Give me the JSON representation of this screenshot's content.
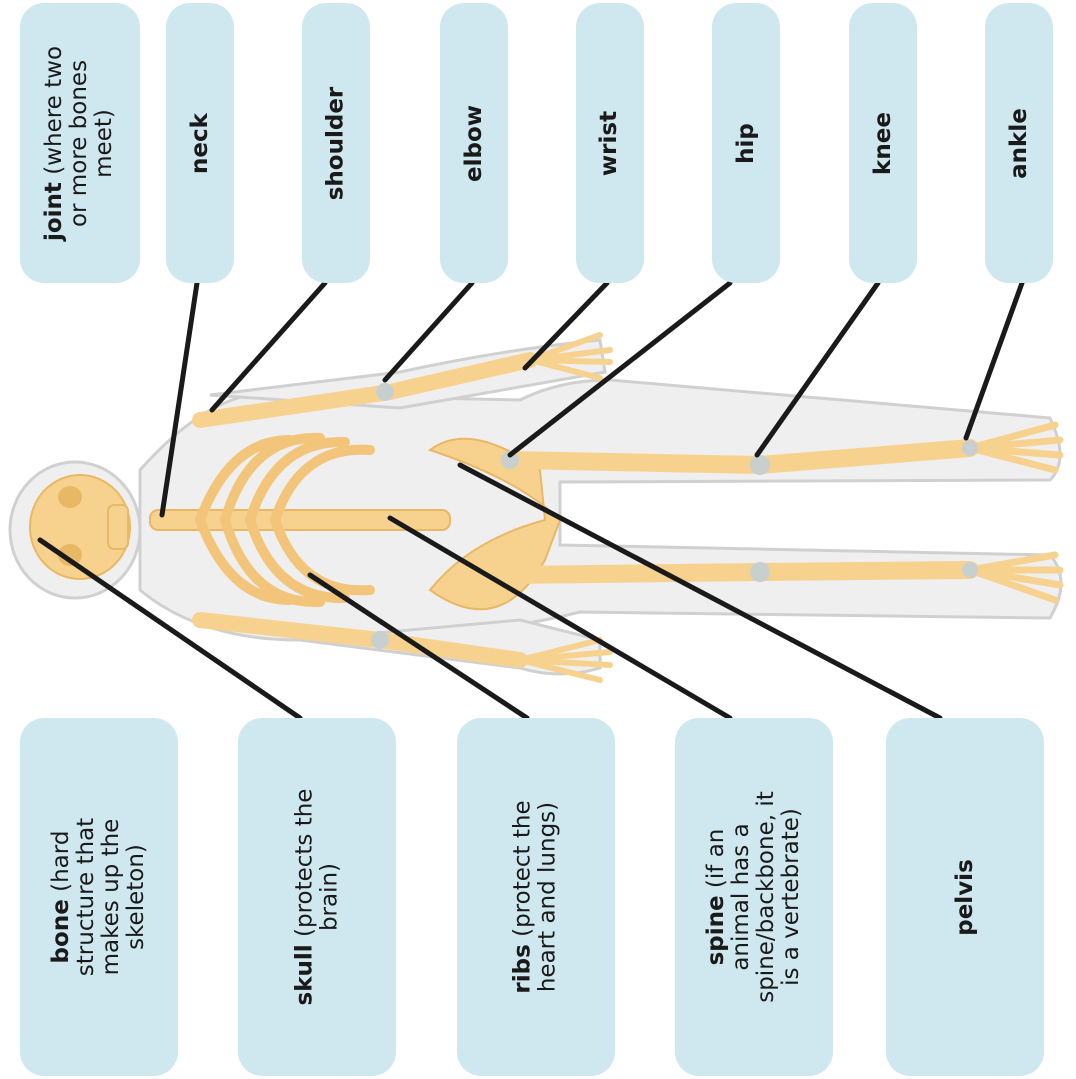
{
  "joint_labels": [
    {
      "term": "joint",
      "desc_lines": [
        " (where two",
        "or more bones",
        "meet)"
      ]
    },
    {
      "term": "neck"
    },
    {
      "term": "shoulder"
    },
    {
      "term": "elbow"
    },
    {
      "term": "wrist"
    },
    {
      "term": "hip"
    },
    {
      "term": "knee"
    },
    {
      "term": "ankle"
    }
  ],
  "bone_labels": [
    {
      "term": "bone",
      "desc_lines": [
        " (hard",
        "structure that",
        "makes up the",
        "skeleton)"
      ]
    },
    {
      "term": "skull",
      "desc_lines": [
        " (protects the",
        "brain)"
      ]
    },
    {
      "term": "ribs",
      "desc_lines": [
        " (protect the",
        "heart and lungs)"
      ]
    },
    {
      "term": "spine",
      "desc_lines": [
        " (if an",
        "animal has a",
        "spine/backbone, it",
        "is a vertebrate)"
      ]
    },
    {
      "term": "pelvis"
    }
  ],
  "colors": {
    "label_fill": "#cfe7ef",
    "bone": "#f7d28f",
    "bone_edge": "#e9b865",
    "body_outline": "#d9d9d9",
    "leader_line": "#1a1a1a"
  }
}
